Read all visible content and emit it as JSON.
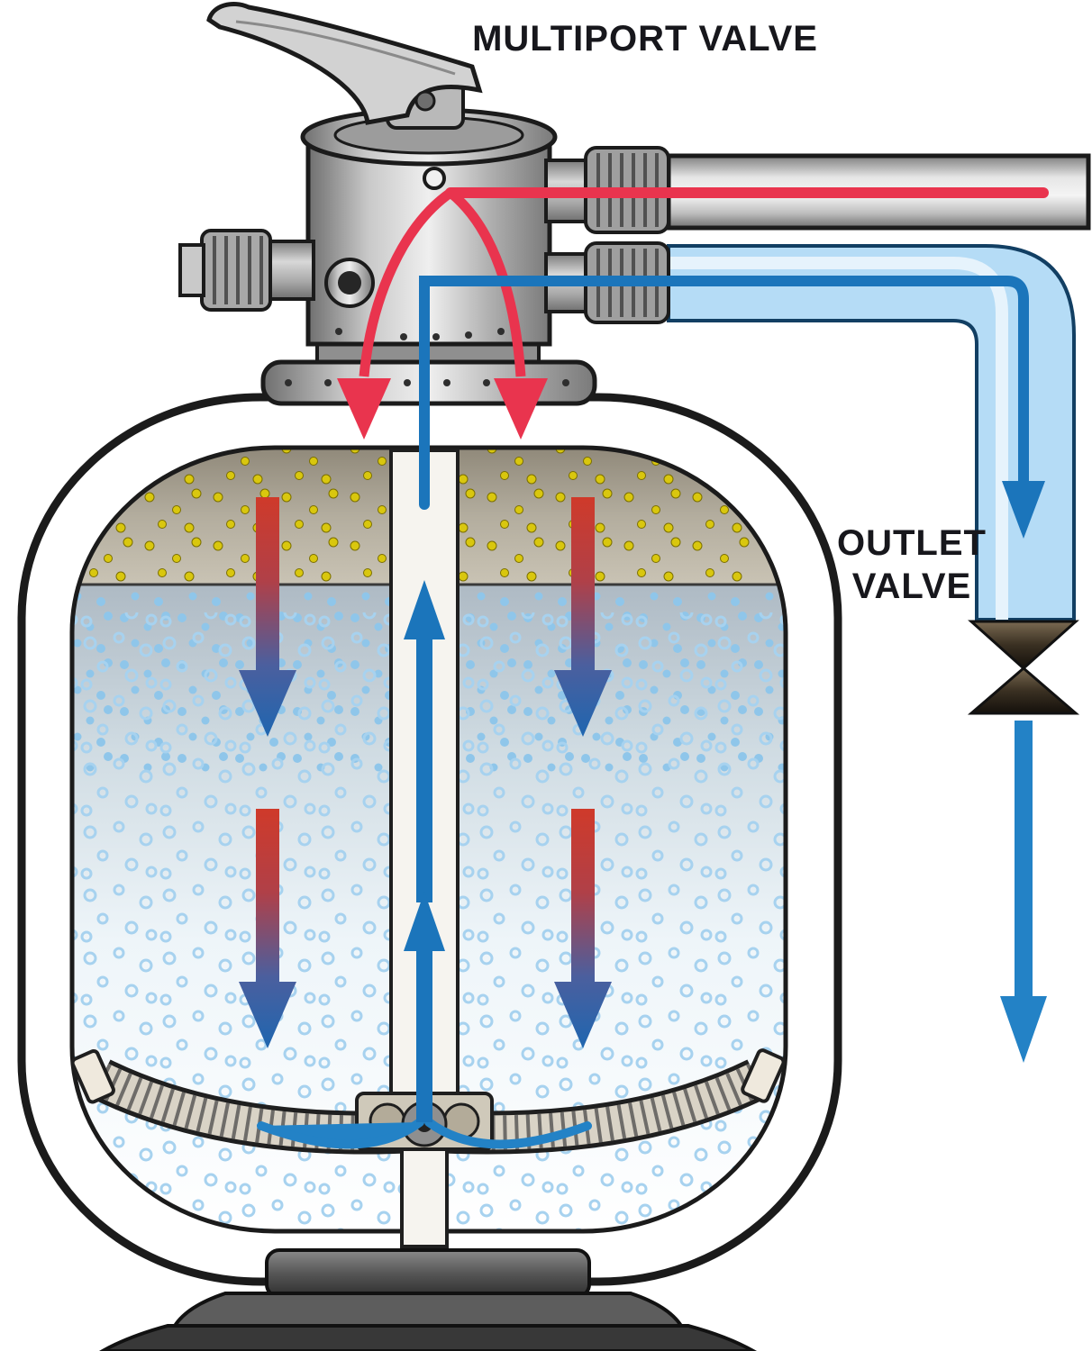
{
  "labels": {
    "multiport_valve": "MULTIPORT VALVE",
    "outlet_valve_line1": "OUTLET",
    "outlet_valve_line2": "VALVE"
  },
  "colors": {
    "background": "#ffffff",
    "inflow_red": "#e9344e",
    "outflow_blue": "#1b75bb",
    "flow_blue_light": "#2382c6",
    "pipe_blue_fill": "#b5dcf6",
    "pipe_blue_outline": "#123f63",
    "dirt_dot_yellow": "#d9c70e",
    "sand_dot_blue": "#a7d2ef",
    "metal_gray": "#9a9a9a",
    "outlet_valve_dark": "#3a3022",
    "outline_black": "#1b1b1b"
  }
}
